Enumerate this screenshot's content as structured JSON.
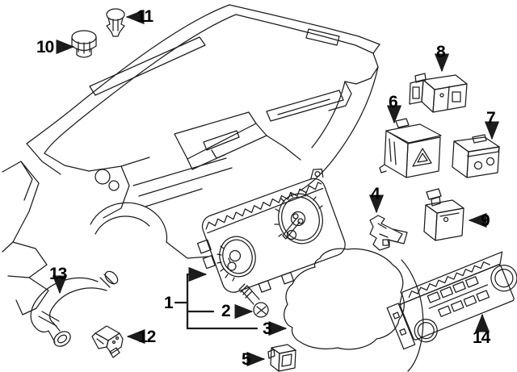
{
  "diagram": {
    "background_color": "#ffffff",
    "line_color": "#1c1c1c",
    "label_color": "#000000",
    "callouts": [
      {
        "label": "1"
      },
      {
        "label": "2"
      },
      {
        "label": "3"
      },
      {
        "label": "4"
      },
      {
        "label": "5"
      },
      {
        "label": "6"
      },
      {
        "label": "7"
      },
      {
        "label": "8"
      },
      {
        "label": "9"
      },
      {
        "label": "10"
      },
      {
        "label": "11"
      },
      {
        "label": "12"
      },
      {
        "label": "13"
      },
      {
        "label": "14"
      }
    ]
  }
}
